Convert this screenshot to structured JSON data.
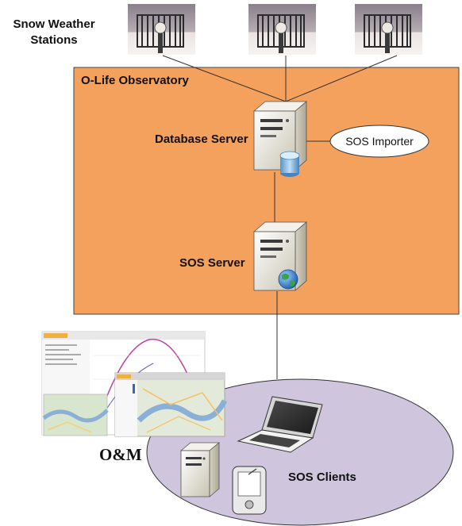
{
  "diagram": {
    "stations_label_line1": "Snow Weather",
    "stations_label_line2": "Stations",
    "observatory_label": "O-Life Observatory",
    "database_server_label": "Database Server",
    "sos_importer_label": "SOS Importer",
    "sos_server_label": "SOS Server",
    "om_label": "O&M",
    "sos_clients_label": "SOS Clients"
  },
  "colors": {
    "observatory_fill": "#f4a15e",
    "clients_fill": "#cfc6de",
    "line": "#333333"
  }
}
